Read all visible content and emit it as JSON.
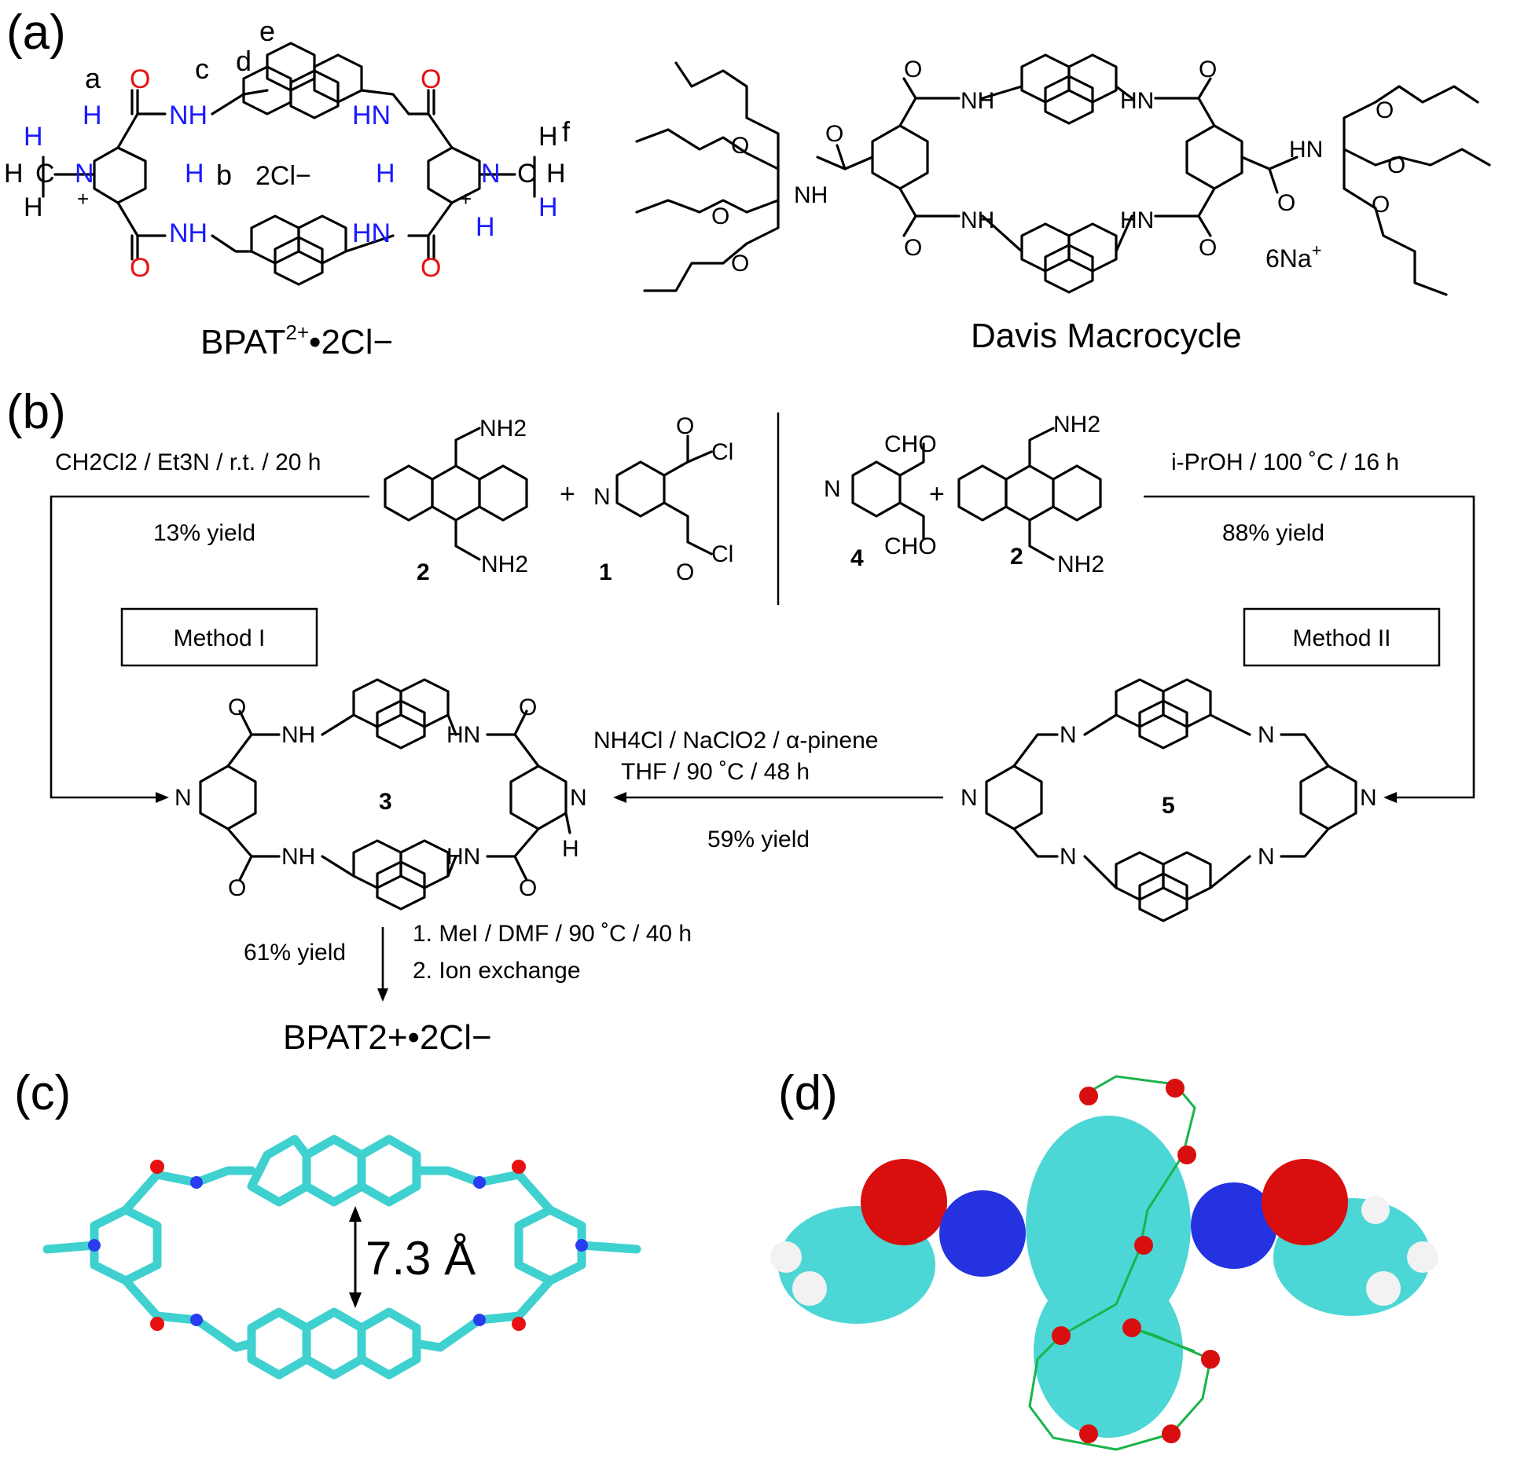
{
  "panels": {
    "a": "(a)",
    "b": "(b)",
    "c": "(c)",
    "d": "(d)"
  },
  "panel_a": {
    "proton_labels": [
      "a",
      "b",
      "c",
      "d",
      "e",
      "f"
    ],
    "counterion": "2Cl−",
    "bpat_name": "BPAT",
    "bpat_charge": "2+",
    "bpat_salt": "•2Cl−",
    "davis_label": "Davis Macrocycle",
    "davis_counterion": "6Na",
    "davis_counterion_charge": "+",
    "atoms": {
      "O": "O",
      "NH": "NH",
      "HN": "HN",
      "N": "N",
      "H": "H",
      "C": "C",
      "plus": "+"
    }
  },
  "panel_b": {
    "method1_conditions": "CH2Cl2 / Et3N /  r.t. / 20 h",
    "method1_yield": "13% yield",
    "method1_box": "Method I",
    "method2_conditions": "i-PrOH / 100 ˚C / 16 h",
    "method2_yield": "88% yield",
    "method2_box": "Method II",
    "oxidation_line1": "NH4Cl / NaClO2 / α-pinene",
    "oxidation_line2": "THF / 90 ˚C / 48 h",
    "oxidation_yield": "59% yield",
    "methylation_step1": "1. MeI / DMF / 90 ˚C / 40 h",
    "methylation_step2": "2. Ion exchange",
    "methylation_yield": "61% yield",
    "compounds": {
      "c1": "1",
      "c2": "2",
      "c3": "3",
      "c4": "4",
      "c5": "5"
    },
    "groups": {
      "NH2": "NH2",
      "COCl": "Cl",
      "CHO": "CHO"
    },
    "product": "BPAT2+•2Cl−"
  },
  "panel_c": {
    "distance": "7.3 Å"
  }
}
